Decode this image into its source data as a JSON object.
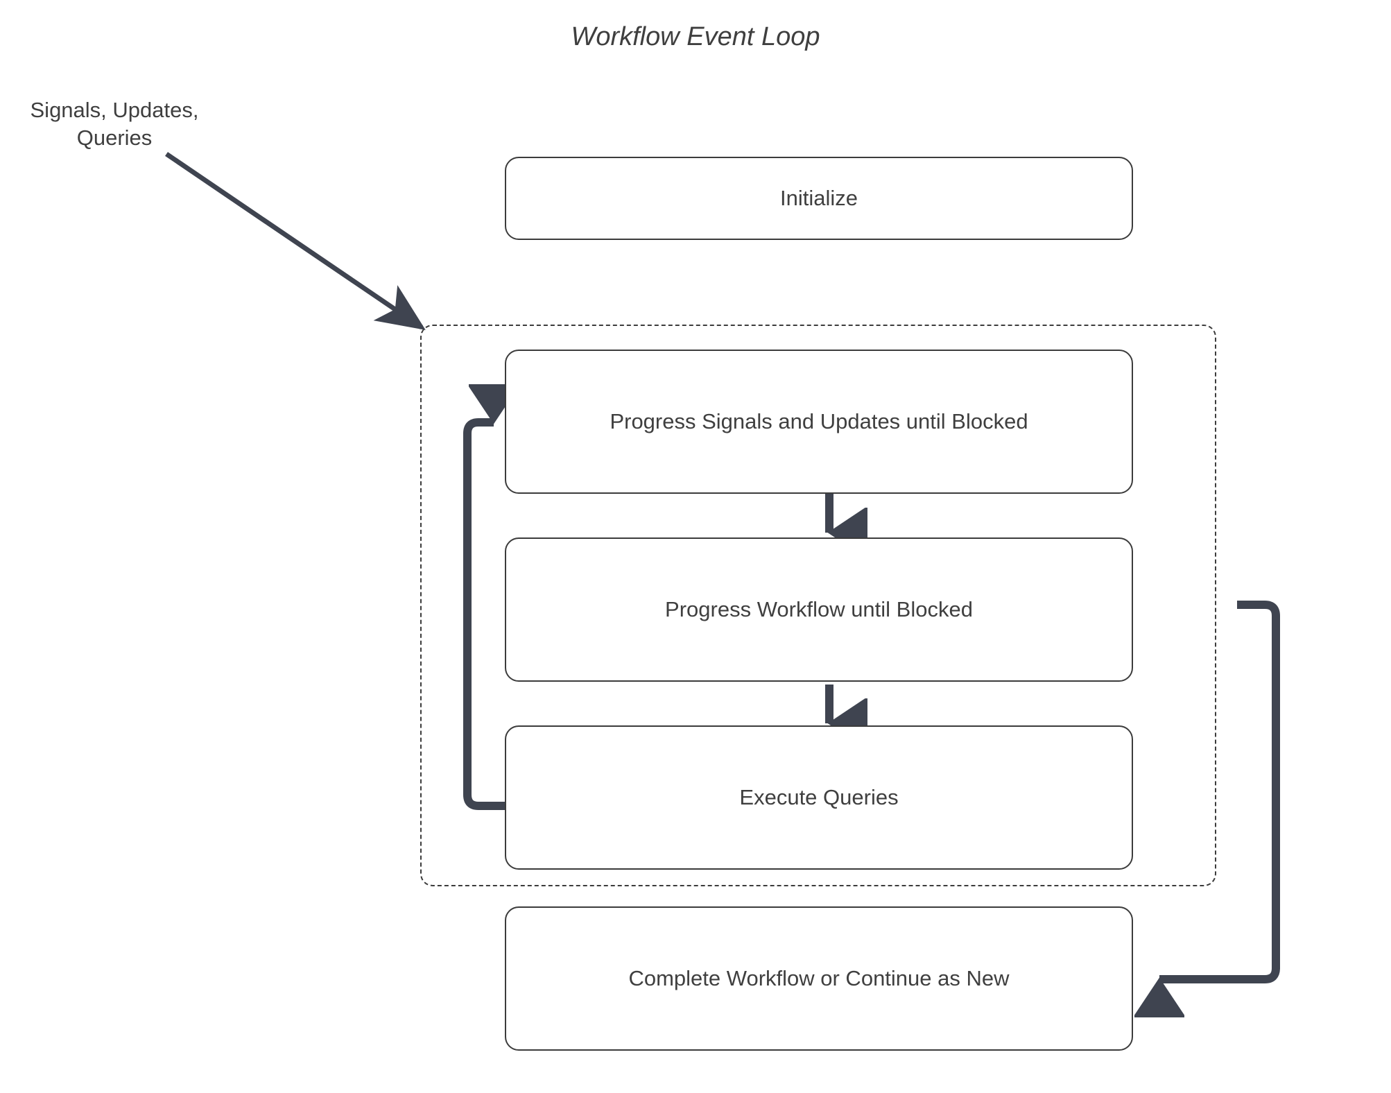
{
  "diagram": {
    "title": "Workflow Event Loop",
    "type": "flowchart",
    "background_color": "#ffffff",
    "node_border_color": "#3b3b3b",
    "connector_color": "#3f4450",
    "text_color": "#3f3f3f",
    "external_input": {
      "label_line1": "Signals, Updates,",
      "label_line2": "Queries",
      "label": "Signals, Updates, Queries"
    },
    "group": {
      "name": "event-loop-group",
      "style": "dashed"
    },
    "nodes": [
      {
        "id": "initialize",
        "label": "Initialize"
      },
      {
        "id": "progress-signals",
        "label": "Progress Signals and Updates until Blocked"
      },
      {
        "id": "progress-workflow",
        "label": "Progress Workflow until Blocked"
      },
      {
        "id": "execute-queries",
        "label": "Execute Queries"
      },
      {
        "id": "complete-workflow",
        "label": "Complete Workflow or Continue as New"
      }
    ],
    "edges": [
      {
        "from": "external-input",
        "to": "event-loop-group",
        "style": "thin-diagonal-arrow"
      },
      {
        "from": "progress-signals",
        "to": "progress-workflow",
        "style": "down-arrow"
      },
      {
        "from": "progress-workflow",
        "to": "execute-queries",
        "style": "down-arrow"
      },
      {
        "from": "execute-queries",
        "to": "progress-signals",
        "style": "loop-back-left-arrow"
      },
      {
        "from": "event-loop-group",
        "to": "complete-workflow",
        "style": "exit-right-down-arrow"
      }
    ]
  }
}
